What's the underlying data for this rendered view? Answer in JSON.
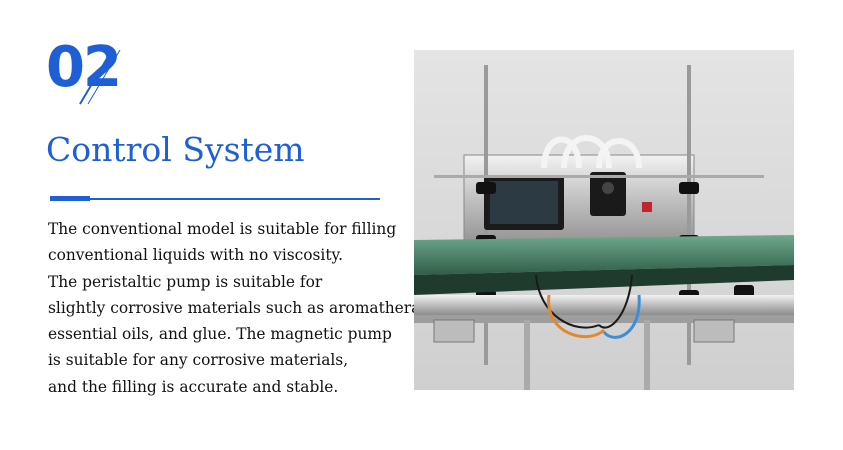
{
  "section_number": "02",
  "title": "Control System",
  "description_lines": [
    "The conventional model is suitable for filling",
    "conventional liquids with no viscosity.",
    "The peristaltic pump is suitable for",
    "slightly corrosive materials such as aromatherapy,",
    "essential oils, and glue. The magnetic pump",
    "is suitable for any corrosive materials,",
    "and the filling is accurate and stable."
  ],
  "colors": {
    "accent": "#1e5fd6",
    "text": "#111111",
    "photo_background": "#d9d9d9"
  },
  "photo": {
    "subject_icon": "filling-machine-icon"
  }
}
